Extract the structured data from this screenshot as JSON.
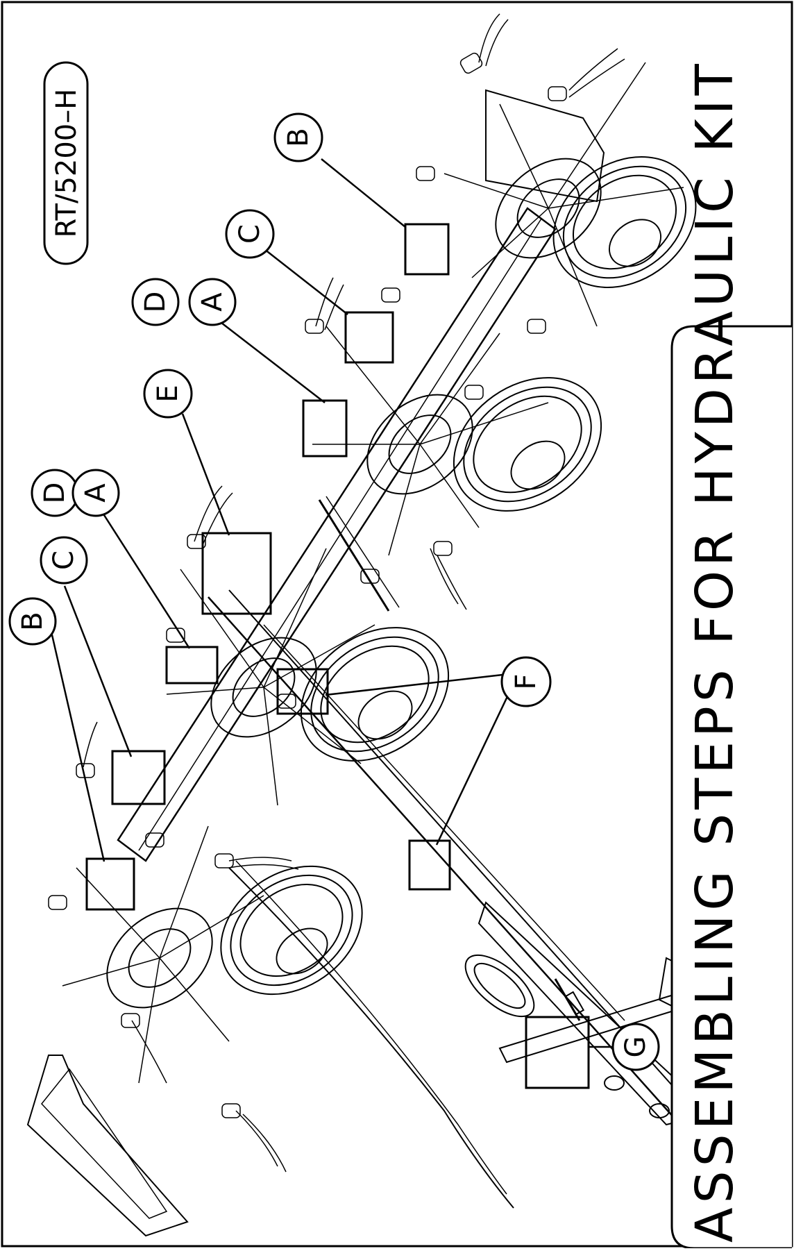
{
  "model_label": "RT/5200–H",
  "title": "ASSEMBLING  STEPS  FOR  HYDRAULIC  KIT",
  "callouts": {
    "b_left": "B",
    "c_left": "C",
    "d_left": "D",
    "a_left": "A",
    "e": "E",
    "d_right": "D",
    "a_right": "A",
    "c_right": "C",
    "b_right": "B",
    "f": "F",
    "g": "G"
  }
}
